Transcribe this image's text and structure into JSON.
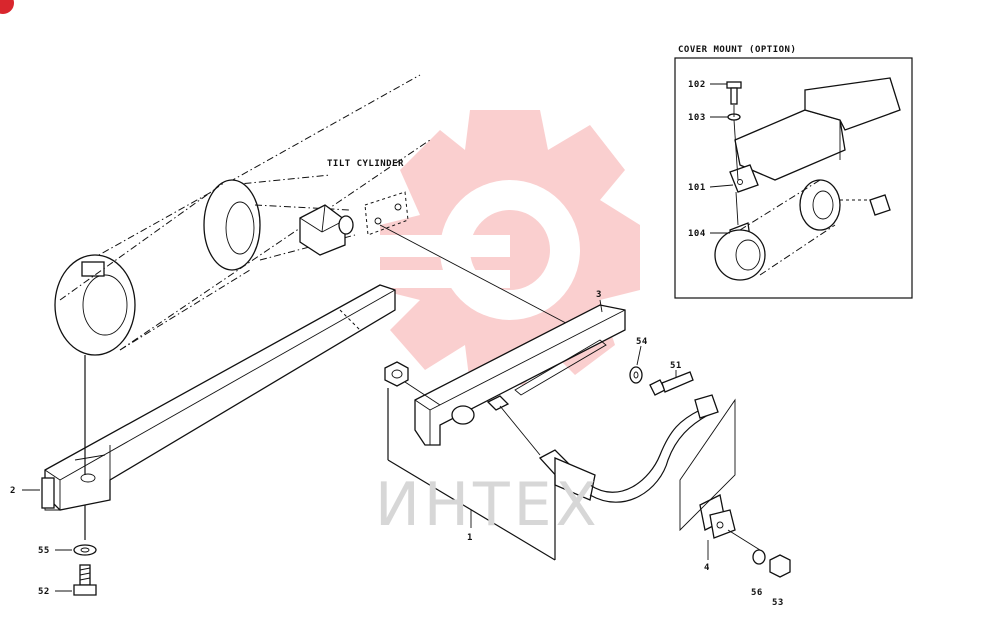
{
  "watermark": {
    "text": "ИНТЕХ",
    "color": "#f06b6b"
  },
  "labels": {
    "tilt_cylinder": "TILT CYLINDER",
    "inset_title": "COVER MOUNT (OPTION)",
    "callouts": [
      {
        "id": "2"
      },
      {
        "id": "55"
      },
      {
        "id": "52"
      },
      {
        "id": "3"
      },
      {
        "id": "54"
      },
      {
        "id": "51"
      },
      {
        "id": "1"
      },
      {
        "id": "4"
      },
      {
        "id": "56"
      },
      {
        "id": "53"
      },
      {
        "id": "102"
      },
      {
        "id": "103"
      },
      {
        "id": "101"
      },
      {
        "id": "104"
      }
    ]
  },
  "corner_badge": {
    "color": "#d9262d"
  }
}
